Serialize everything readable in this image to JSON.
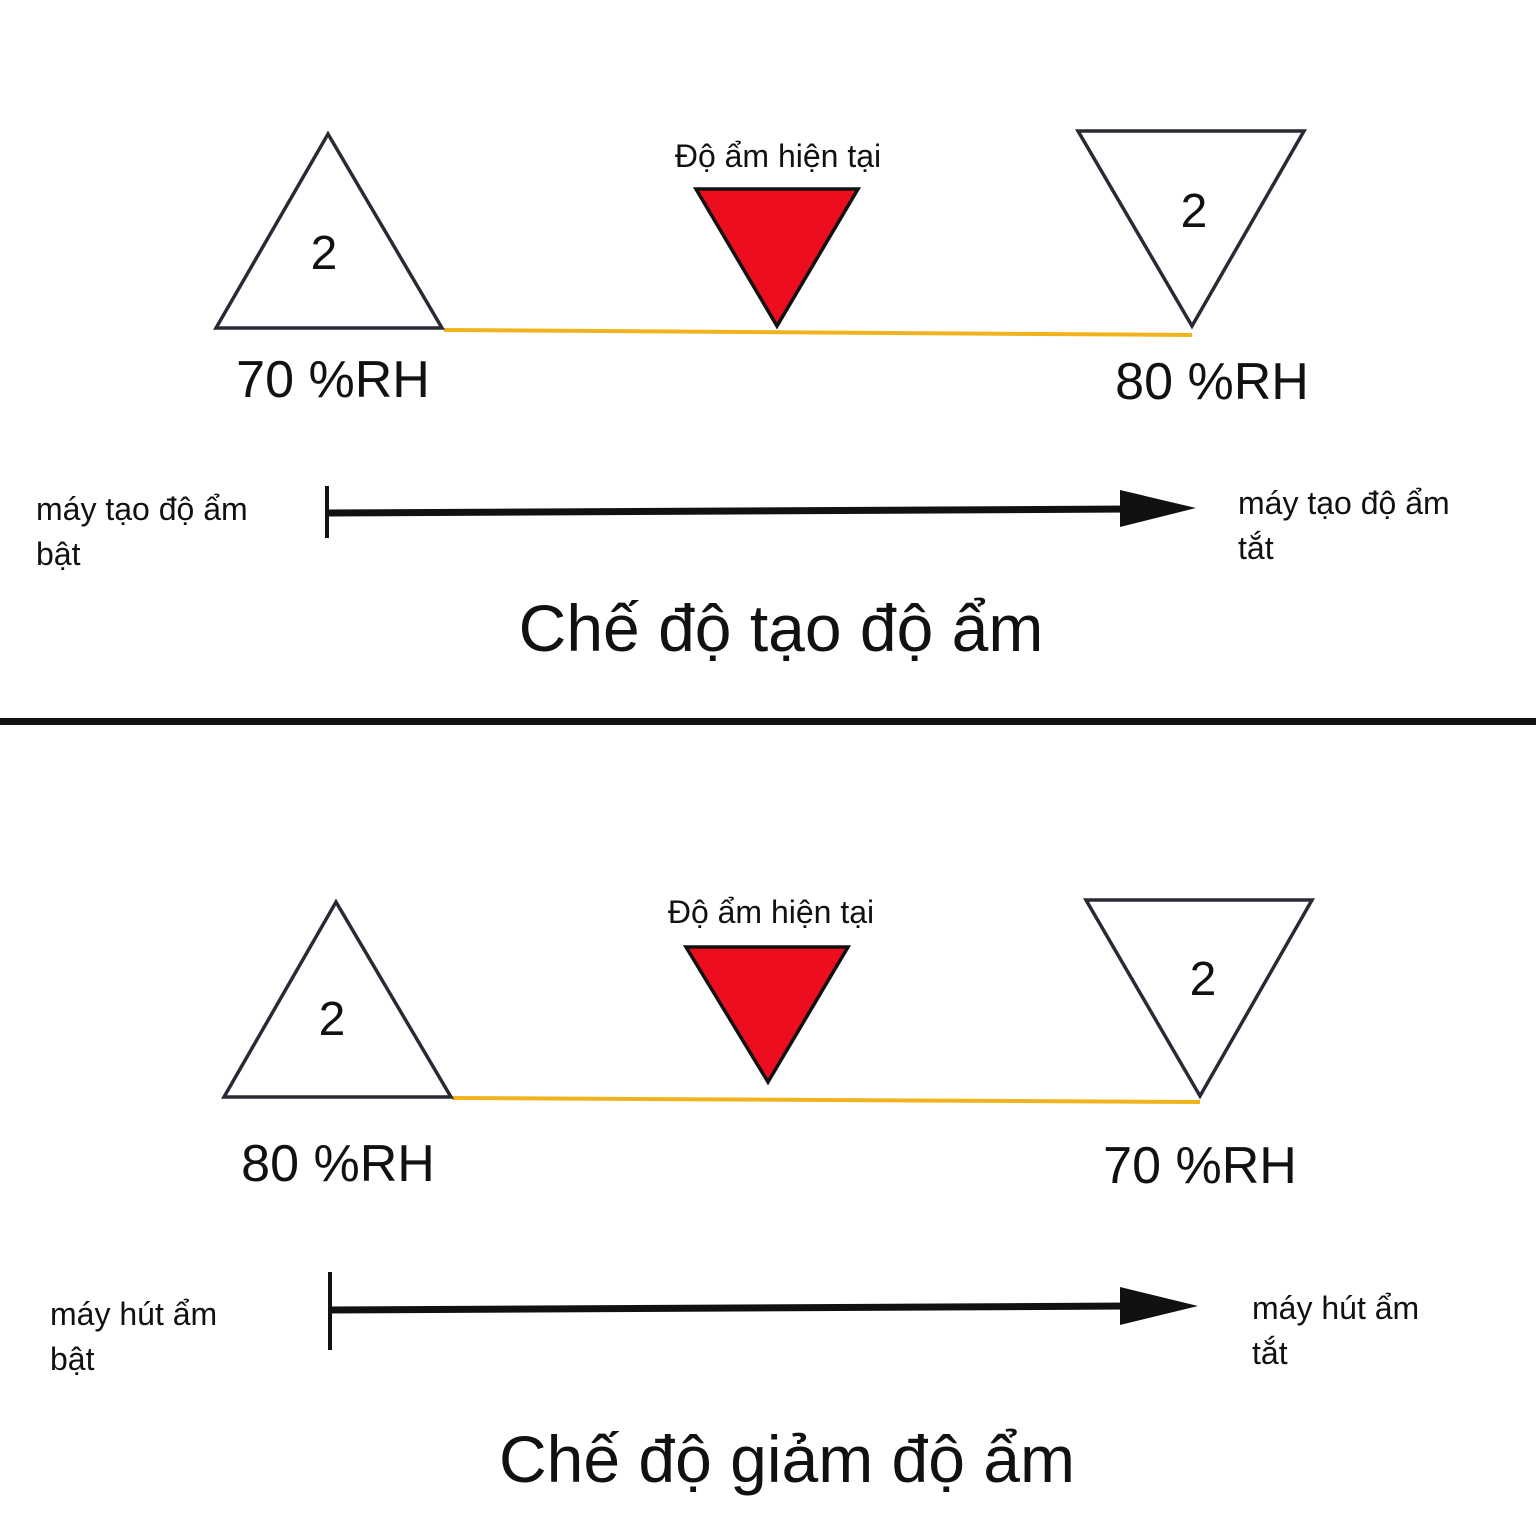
{
  "colors": {
    "current_marker": "#ec0d1f",
    "range_line": "#f2b21d",
    "outline": "#2a2a35",
    "arrow": "#111111",
    "divider": "#111111"
  },
  "panels": [
    {
      "left_triangle_number": "2",
      "right_triangle_number": "2",
      "current_label": "Độ ẩm hiện tại",
      "left_value": "70 %RH",
      "right_value": "80 %RH",
      "on_label": "máy tạo độ ẩm\nbật",
      "off_label": "máy tạo độ ẩm\ntắt",
      "title": "Chế độ tạo độ ẩm"
    },
    {
      "left_triangle_number": "2",
      "right_triangle_number": "2",
      "current_label": "Độ ẩm hiện tại",
      "left_value": "80 %RH",
      "right_value": "70 %RH",
      "on_label": "máy hút ẩm\nbật",
      "off_label": "máy hút ẩm\ntắt",
      "title": "Chế độ giảm độ ẩm"
    }
  ]
}
